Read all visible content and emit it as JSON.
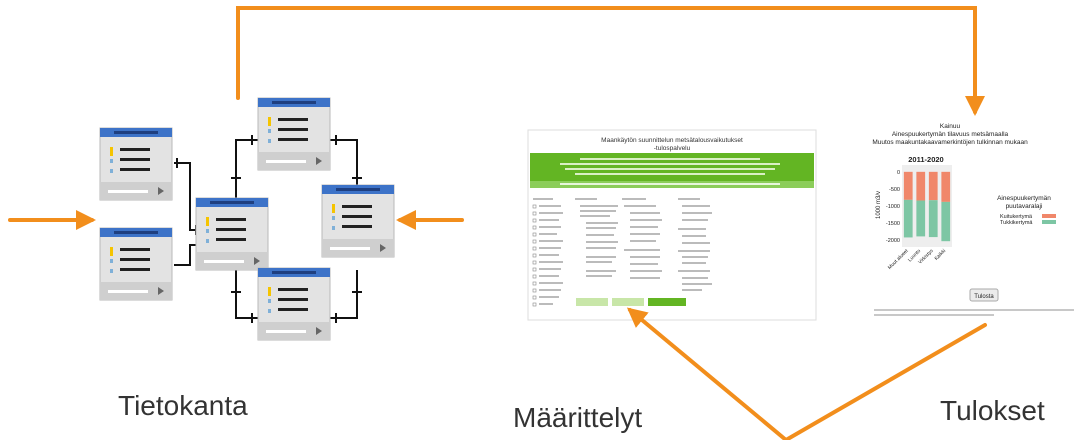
{
  "labels": {
    "tietokanta": "Tietokanta",
    "maarittelyt": "Määrittelyt",
    "tulokset": "Tulokset"
  },
  "colors": {
    "arrow": "#f28e1c",
    "db_header": "#3d73c8",
    "db_body": "#e3e3e3",
    "db_key": "#f5c400",
    "green_banner": "#63b523",
    "bar_top": "#7dc6a4",
    "bar_bottom": "#f0876a"
  },
  "form_page": {
    "title_line1": "Maankäytön suunnittelun metsätalousvaikutukset",
    "title_line2": "-tulospalvelu"
  },
  "result_chart": {
    "title_line1": "Kainuu",
    "title_line2": "Ainespuukertymän tilavuus metsämaalla",
    "title_line3": "Muutos maakuntakaavamerkintöjen tulkinnan mukaan",
    "period": "2011-2020",
    "ylabel": "1000 m3/v",
    "yticks": [
      "0",
      "-500",
      "-1000",
      "-1500",
      "-2000"
    ],
    "legend_title_line1": "Ainespuukertymän",
    "legend_title_line2": "puutavaralaji",
    "legend_items": [
      "Kuitukertymä",
      "Tukkikertymä"
    ],
    "button_label": "Tulosta"
  },
  "chart_data": {
    "type": "bar",
    "title": "Kainuu",
    "subtitle": "Ainespuukertymän tilavuus metsämaalla",
    "categories": [
      "Muut alueet",
      "Luonto",
      "Virkistys",
      "Kaikki"
    ],
    "ylim": [
      -2200,
      200
    ],
    "series": [
      {
        "name": "Kuitukertymä",
        "values": [
          -820,
          -840,
          -830,
          -880
        ]
      },
      {
        "name": "Tukkikertymä",
        "values": [
          -1100,
          -1050,
          -1080,
          -1150
        ]
      }
    ]
  }
}
